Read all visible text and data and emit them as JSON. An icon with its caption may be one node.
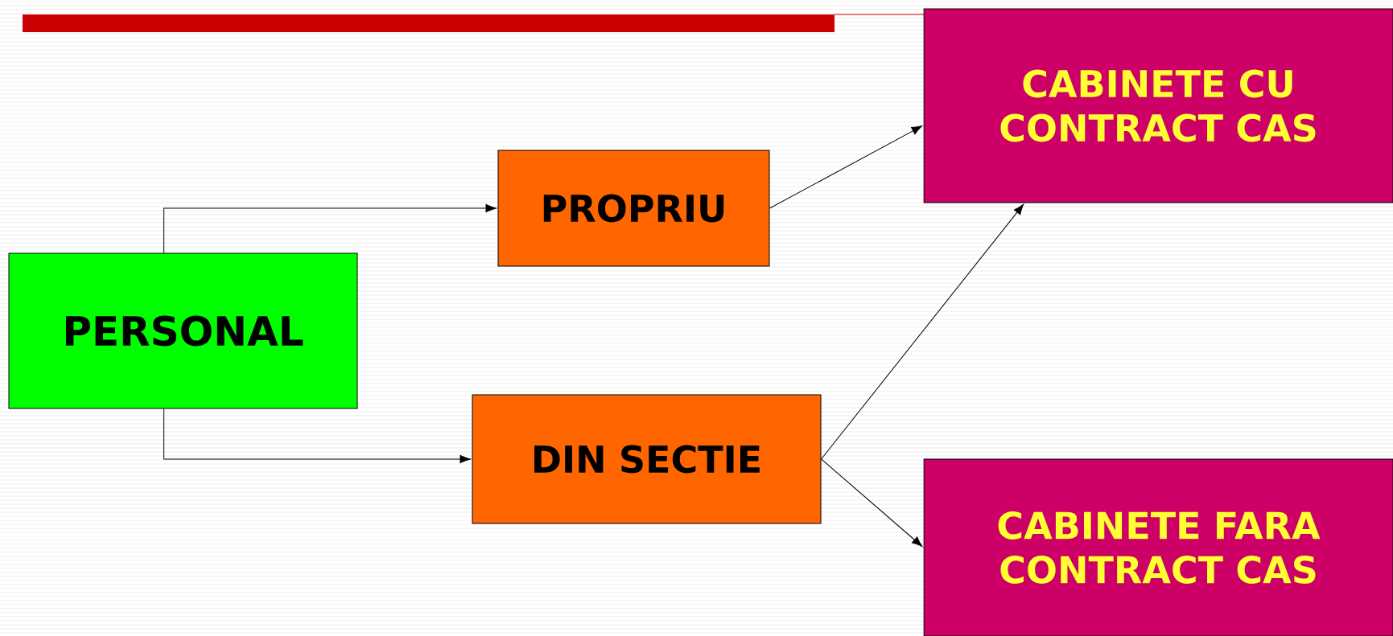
{
  "diagram": {
    "nodes": [
      {
        "text": [
          "PERSONAL"
        ]
      },
      {
        "text": [
          "PROPRIU"
        ]
      },
      {
        "text": [
          "DIN SECTIE"
        ]
      },
      {
        "text": [
          "CABINETE CU CONTRACT CAS"
        ]
      },
      {
        "text": [
          "CABINETE FARA CONTRACT CAS"
        ]
      }
    ],
    "edges": [
      {
        "from": 0,
        "to": 1,
        "arrow": "to"
      },
      {
        "from": 0,
        "to": 2,
        "arrow": "to"
      },
      {
        "from": 1,
        "to": 3,
        "arrow": "to"
      },
      {
        "from": 2,
        "to": 3,
        "arrow": "to"
      },
      {
        "from": 2,
        "to": 4,
        "arrow": "to"
      }
    ]
  }
}
